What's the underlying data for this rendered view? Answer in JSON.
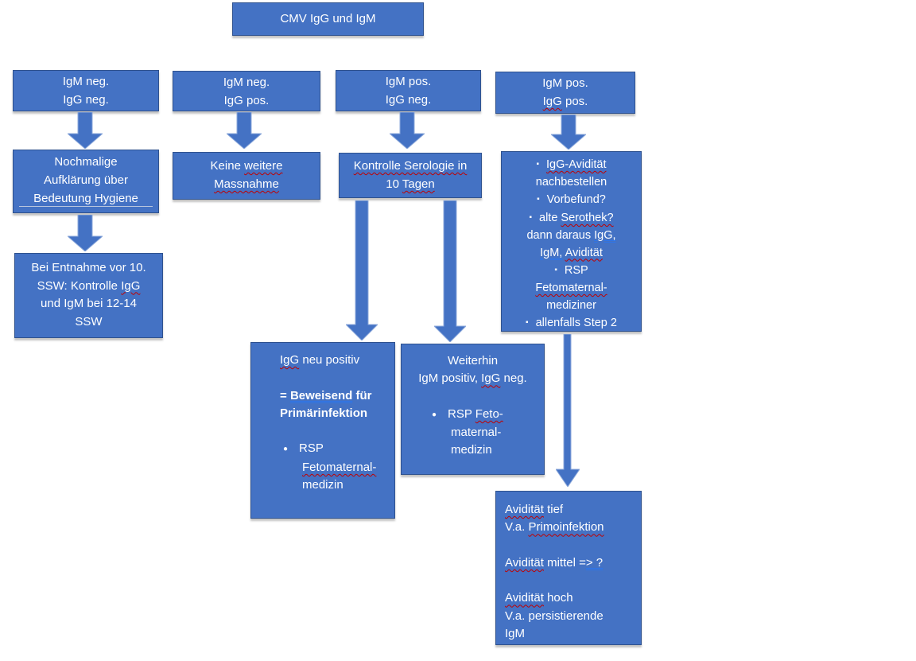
{
  "page": {
    "background": "#ffffff"
  },
  "colors": {
    "box_fill": "#4472C4",
    "box_border": "#2F528F",
    "box_text": "#FFFFFF",
    "arrow_fill": "#4472C4",
    "arrow_outline": "#8EAADB",
    "spellcheck_underline": "#C00000",
    "grammar_underline": "#2E75E8",
    "inner_rule": "#B9C6DE"
  },
  "title_box": {
    "text": "CMV IgG und IgM"
  },
  "boxes": {
    "igm_neg_igg_neg": {
      "lines": [
        {
          "segs": [
            {
              "t": "IgM neg."
            }
          ]
        },
        {
          "segs": [
            {
              "t": "IgG neg."
            }
          ]
        }
      ]
    },
    "igm_neg_igg_pos": {
      "lines": [
        {
          "segs": [
            {
              "t": "IgM neg."
            }
          ]
        },
        {
          "segs": [
            {
              "t": "IgG pos."
            }
          ]
        }
      ]
    },
    "igm_pos_igg_neg": {
      "lines": [
        {
          "segs": [
            {
              "t": "IgM pos."
            }
          ]
        },
        {
          "segs": [
            {
              "t": "IgG neg."
            }
          ]
        }
      ]
    },
    "igm_pos_igg_pos": {
      "lines": [
        {
          "segs": [
            {
              "t": "IgM pos."
            }
          ]
        },
        {
          "segs": [
            {
              "t": "IgG",
              "d": "wavy"
            },
            {
              "t": " pos."
            }
          ]
        }
      ]
    },
    "nochmalige_aufklaerung": {
      "lines": [
        {
          "segs": [
            {
              "t": "Nochmalige"
            }
          ]
        },
        {
          "segs": [
            {
              "t": "Aufklärung über"
            }
          ]
        },
        {
          "segs": [
            {
              "t": "Bedeutung Hygiene"
            }
          ]
        }
      ]
    },
    "keine_massnahme": {
      "lines": [
        {
          "segs": [
            {
              "t": "Keine "
            },
            {
              "t": "weitere",
              "d": "wavy"
            }
          ]
        },
        {
          "segs": [
            {
              "t": "Massnahme",
              "d": "wavy"
            }
          ]
        }
      ]
    },
    "kontrolle_serologie": {
      "lines": [
        {
          "segs": [
            {
              "t": "Kontrolle Serologie in",
              "d": "wavy"
            }
          ]
        },
        {
          "segs": [
            {
              "t": "10 "
            },
            {
              "t": "Tagen",
              "d": "wavy"
            }
          ]
        }
      ]
    },
    "aviditaet_workup": {
      "lines": [
        {
          "bullet": "sq",
          "segs": [
            {
              "t": "IgG-Avidität",
              "d": "wavy"
            }
          ]
        },
        {
          "segs": [
            {
              "t": "nachbestellen"
            }
          ]
        },
        {
          "bullet": "sq",
          "segs": [
            {
              "t": "Vorbefund?"
            }
          ]
        },
        {
          "bullet": "sq",
          "segs": [
            {
              "t": "alte "
            },
            {
              "t": "Serothek?",
              "d": "wavy"
            }
          ]
        },
        {
          "segs": [
            {
              "t": "dann daraus "
            },
            {
              "t": "IgG,",
              "d": "dbl"
            }
          ]
        },
        {
          "segs": [
            {
              "t": "IgM,",
              "d": "dbl"
            },
            {
              "t": " "
            },
            {
              "t": "Avidität",
              "d": "wavy"
            }
          ]
        },
        {
          "bullet": "sq",
          "segs": [
            {
              "t": "RSP"
            }
          ]
        },
        {
          "segs": [
            {
              "t": "Fetomaternal-",
              "d": "wavy"
            }
          ]
        },
        {
          "segs": [
            {
              "t": "mediziner"
            }
          ]
        },
        {
          "bullet": "sq",
          "segs": [
            {
              "t": "allenfalls Step 2"
            }
          ]
        }
      ]
    },
    "bei_entnahme": {
      "lines": [
        {
          "segs": [
            {
              "t": "Bei Entnahme vor 10."
            }
          ]
        },
        {
          "segs": [
            {
              "t": "SSW: Kontrolle "
            },
            {
              "t": "IgG",
              "d": "wavy"
            }
          ]
        },
        {
          "segs": [
            {
              "t": "und IgM bei 12-14"
            }
          ]
        },
        {
          "segs": [
            {
              "t": "SSW"
            }
          ]
        }
      ]
    },
    "igg_neu_positiv": {
      "lines": [
        {
          "segs": [
            {
              "t": "IgG",
              "d": "wavy"
            },
            {
              "t": " neu positiv"
            }
          ]
        },
        {
          "segs": []
        },
        {
          "segs": [
            {
              "t": "= ",
              "b": true
            },
            {
              "t": "Beweisend",
              "b": true,
              "d": "dbl"
            },
            {
              "t": " für",
              "b": true
            }
          ]
        },
        {
          "segs": [
            {
              "t": "Primärinfektion",
              "b": true
            }
          ]
        },
        {
          "segs": []
        },
        {
          "bullet": "dot",
          "segs": [
            {
              "t": "RSP"
            }
          ]
        },
        {
          "indent": true,
          "segs": [
            {
              "t": "Fetomaternal-",
              "d": "wavy"
            }
          ]
        },
        {
          "indent": true,
          "segs": [
            {
              "t": "medizin"
            }
          ]
        }
      ]
    },
    "weiterhin": {
      "lines": [
        {
          "segs": [
            {
              "t": "Weiterhin"
            }
          ]
        },
        {
          "segs": [
            {
              "t": "IgM positiv, "
            },
            {
              "t": "IgG",
              "d": "wavy"
            },
            {
              "t": " neg."
            }
          ]
        },
        {
          "segs": []
        },
        {
          "a": "l",
          "bullet": "dot",
          "segs": [
            {
              "t": "RSP "
            },
            {
              "t": "Feto-",
              "d": "wavy"
            }
          ]
        },
        {
          "a": "l",
          "indent": true,
          "segs": [
            {
              "t": "maternal-"
            }
          ]
        },
        {
          "a": "l",
          "indent": true,
          "segs": [
            {
              "t": "medizin"
            }
          ]
        }
      ]
    },
    "aviditaet_result": {
      "lines": [
        {
          "segs": [
            {
              "t": "Avidität",
              "d": "wavy"
            },
            {
              "t": " tief"
            }
          ]
        },
        {
          "segs": [
            {
              "t": "V.a. "
            },
            {
              "t": "Primoinfektion",
              "d": "wavy"
            }
          ]
        },
        {
          "segs": []
        },
        {
          "segs": [
            {
              "t": "Avidität",
              "d": "wavy"
            },
            {
              "t": " mittel ="
            },
            {
              "t": "> ?",
              "d": "dbl"
            }
          ]
        },
        {
          "segs": []
        },
        {
          "segs": [
            {
              "t": "Avidität",
              "d": "wavy"
            },
            {
              "t": " hoch"
            }
          ]
        },
        {
          "segs": [
            {
              "t": "V.a. persistierende"
            }
          ]
        },
        {
          "segs": [
            {
              "t": "IgM"
            }
          ]
        }
      ]
    }
  }
}
